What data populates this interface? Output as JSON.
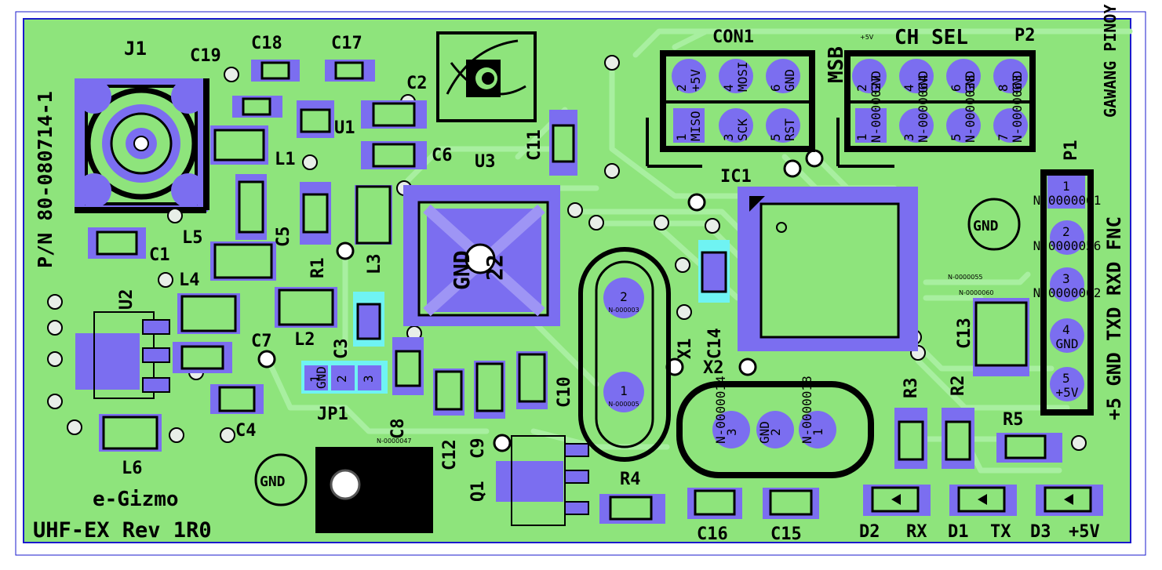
{
  "board": {
    "part_number": "P/N 80-080714-1",
    "brand": "e-Gizmo",
    "rev": "UHF-EX Rev 1R0",
    "credit": "GAWANG PINOY",
    "colors": {
      "board": "#8ee47c",
      "outline": "#1a1acc",
      "pad": "#7b6ef0",
      "via": "#e8eee8",
      "silk": "#000000",
      "trace": "#a8efa0",
      "highlight": "#6ff3f3"
    }
  },
  "labels": {
    "J1": "J1",
    "C19": "C19",
    "C18": "C18",
    "C17": "C17",
    "C2": "C2",
    "U1": "U1",
    "L1": "L1",
    "C6": "C6",
    "U3": "U3",
    "C11": "C11",
    "CON1": "CON1",
    "MSB": "MSB",
    "CH_SEL": "CH SEL",
    "P2": "P2",
    "plus5v_top": "+5V",
    "IC1": "IC1",
    "P1": "P1",
    "L5": "L5",
    "C5": "C5",
    "R1": "R1",
    "L3": "L3",
    "C1": "C1",
    "L4": "L4",
    "U2": "U2",
    "L2": "L2",
    "C3": "C3",
    "C7": "C7",
    "X1": "X1",
    "C14": "C14",
    "X2": "X2",
    "C13": "C13",
    "R3": "R3",
    "R2": "R2",
    "R5": "R5",
    "JP1": "JP1",
    "C8": "C8",
    "C12": "C12",
    "C9": "C9",
    "C10": "C10",
    "C4": "C4",
    "L6": "L6",
    "Q1": "Q1",
    "R4": "R4",
    "C16": "C16",
    "C15": "C15",
    "D2": "D2",
    "RX": "RX",
    "D1": "D1",
    "TX": "TX",
    "D3": "D3",
    "plus5v_led": "+5V",
    "side_func": "+5 GND TXD RXD FNC",
    "gnd": "GND",
    "gnd_center": "GND",
    "num22": "22",
    "N_55": "N-0000055",
    "N_60": "N-0000060",
    "N_47": "N-0000047"
  },
  "con1_pins": [
    {
      "num": "2",
      "sig": "+5V"
    },
    {
      "num": "4",
      "sig": "MOSI"
    },
    {
      "num": "6",
      "sig": "GND"
    },
    {
      "num": "1",
      "sig": "MISO"
    },
    {
      "num": "3",
      "sig": "SCK"
    },
    {
      "num": "5",
      "sig": "RST"
    }
  ],
  "p2_pins": [
    {
      "num": "2",
      "sig": "GND"
    },
    {
      "num": "4",
      "sig": "GND"
    },
    {
      "num": "6",
      "sig": "GND"
    },
    {
      "num": "8",
      "sig": "GND"
    },
    {
      "num": "1",
      "sig": "N-0000027"
    },
    {
      "num": "3",
      "sig": "N-0000064"
    },
    {
      "num": "5",
      "sig": "N-0000038"
    },
    {
      "num": "7",
      "sig": "N-0000063"
    }
  ],
  "p1_pins": [
    {
      "num": "1",
      "sig": "N-0000061"
    },
    {
      "num": "2",
      "sig": "N-0000056"
    },
    {
      "num": "3",
      "sig": "N-0000062"
    },
    {
      "num": "4",
      "sig": "GND"
    },
    {
      "num": "5",
      "sig": "+5V"
    }
  ],
  "x2_pins": [
    {
      "num": "3",
      "sig": "N-0000014"
    },
    {
      "num": "2",
      "sig": "GND"
    },
    {
      "num": "1",
      "sig": "N-0000018"
    }
  ],
  "x1_pins": [
    {
      "num": "2",
      "sig": "N-000003"
    },
    {
      "num": "1",
      "sig": "N-000005"
    }
  ],
  "jp1_pins": [
    {
      "num": "1",
      "sig": "GND"
    },
    {
      "num": "2",
      "sig": ""
    },
    {
      "num": "3",
      "sig": ""
    }
  ]
}
